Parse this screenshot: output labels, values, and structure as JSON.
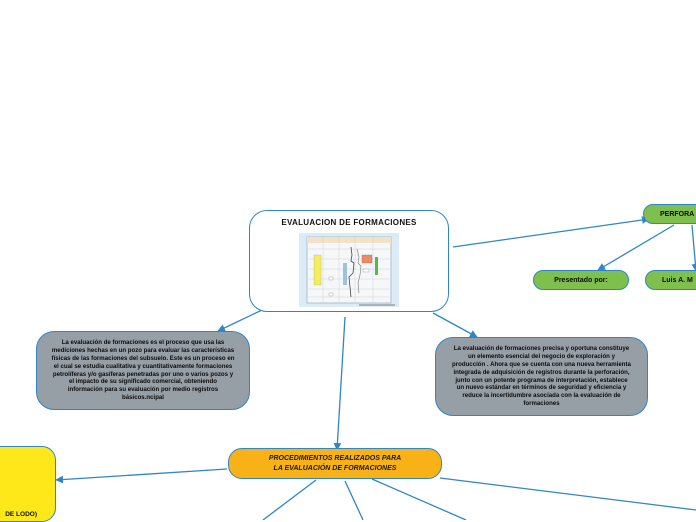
{
  "main": {
    "title": "EVALUACION DE FORMACIONES"
  },
  "nodes": {
    "left_desc": "La evaluación de formaciones es el proceso que usa las mediciones hechas en un pozo para evaluar las características físicas de las formaciones del subsuelo. Este es un proceso en el cual se estudia cualitativa y cuantitativamente formaciones petrolíferas y/o gasíferas penetradas por uno o varios pozos y el impacto de su significado comercial, obteniendo información para su evaluación por medio registros básicos.ncipal",
    "right_desc": "La evaluación de formaciones precisa y oportuna constituye un elemento esencial del negocio de exploración y producción . Ahora que se cuenta con una nueva herramienta integrada de adquisición de registros durante la perforación, junto con un potente programa de interpretación, establece un nuevo estándar en términos de seguridad y eficiencia y reduce la incertidumbre asociada con la evaluación de formaciones",
    "perfora": "PERFORA",
    "presentado": "Presentado por:",
    "luis": "Luis A. M",
    "procedimientos_line1": "PROCEDIMIENTOS REALIZADOS PARA",
    "procedimientos_line2": "LA EVALUACIÓN DE FORMACIONES",
    "yellow_text": "DE LODO)"
  },
  "colors": {
    "connector": "#2e86c8",
    "gray_node": "#969ea6",
    "green_node": "#7fbf4d",
    "orange_node": "#f8b218",
    "yellow_node": "#ffe81a"
  }
}
